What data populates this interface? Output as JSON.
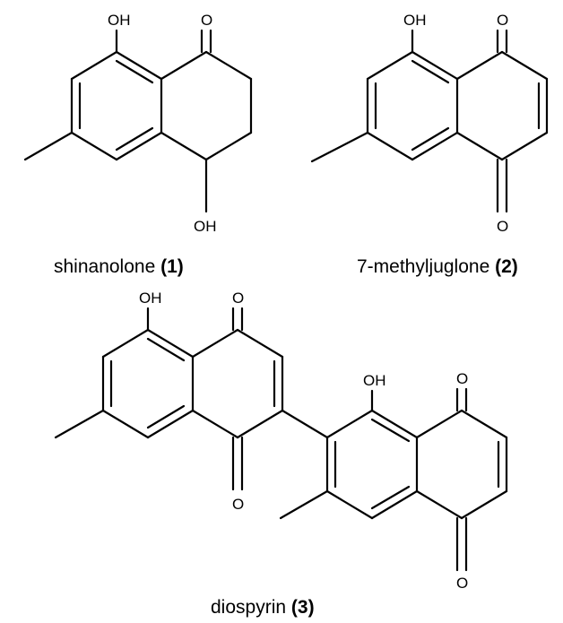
{
  "molecules": [
    {
      "name": "shinanolone",
      "number": "(1)",
      "atoms": {
        "oh_top": "OH",
        "o_top": "O",
        "oh_bottom": "OH"
      }
    },
    {
      "name": "7-methyljuglone",
      "number": "(2)",
      "atoms": {
        "oh_top": "OH",
        "o_top": "O",
        "o_bottom": "O"
      }
    },
    {
      "name": "diospyrin",
      "number": "(3)",
      "atoms": {
        "oh_left": "OH",
        "o_left_top": "O",
        "o_left_bottom": "O",
        "oh_right": "OH",
        "o_right_top": "O",
        "o_right_bottom": "O"
      }
    }
  ]
}
